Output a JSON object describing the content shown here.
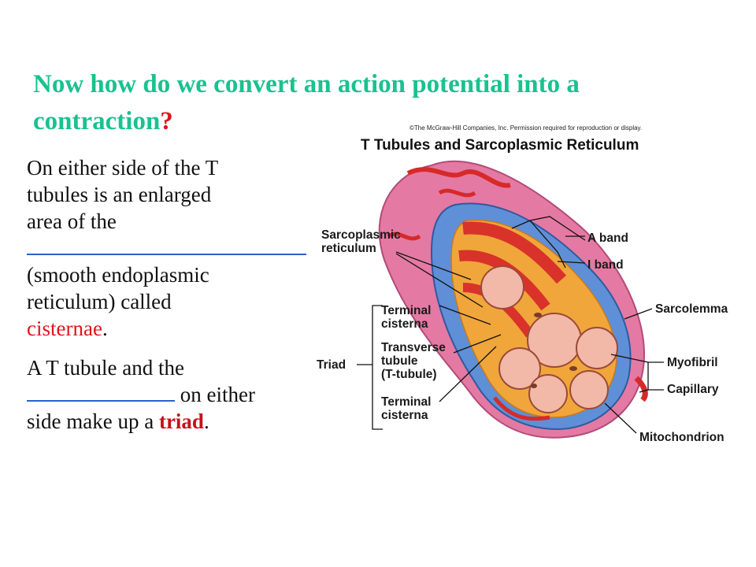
{
  "slide": {
    "title_main": "Now how do we convert an action potential into a contraction",
    "title_q": "?",
    "para1_line1": "On either side of the T",
    "para1_line2": "tubules is an enlarged",
    "para1_line3": "area of the",
    "para1_line4": "(smooth endoplasmic",
    "para1_line5": "reticulum)  called",
    "para1_cisternae": "cisternae",
    "para1_end": ".",
    "para2_line1": "A T tubule and the",
    "para2_line2_after": " on either",
    "para2_line3_pre": "side make up a ",
    "para2_triad": "triad",
    "para2_end": "."
  },
  "figure": {
    "copyright": "©The McGraw-Hill Companies, Inc. Permission required for reproduction or display.",
    "title": "T Tubules and Sarcoplasmic Reticulum",
    "labels": {
      "sr1": "Sarcoplasmic",
      "sr2": "reticulum",
      "a_band": "A band",
      "i_band": "I band",
      "sarcolemma": "Sarcolemma",
      "terminal1a": "Terminal",
      "terminal1b": "cisterna",
      "transverse": "Transverse",
      "tubule": "tubule",
      "ttubule": "(T-tubule)",
      "terminal2a": "Terminal",
      "terminal2b": "cisterna",
      "triad": "Triad",
      "myofibril": "Myofibril",
      "capillary": "Capillary",
      "mitochondrion": "Mitochondrion"
    }
  }
}
